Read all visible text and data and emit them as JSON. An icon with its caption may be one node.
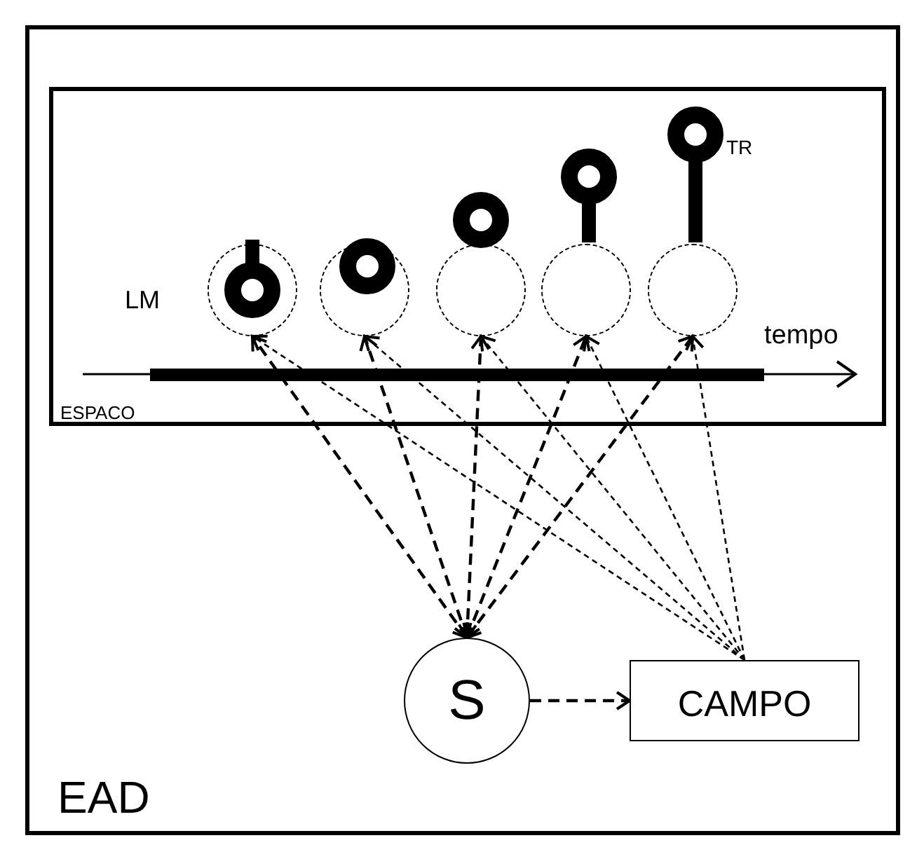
{
  "diagram": {
    "nodes": [
      {
        "text": [
          "EAD"
        ]
      },
      {
        "text": [],
        "shape": "box",
        "in": 0
      },
      {
        "text": [],
        "shape": "circle",
        "in": 1
      },
      {
        "text": [],
        "shape": "circle",
        "in": 1
      },
      {
        "text": [],
        "shape": "circle",
        "in": 1
      },
      {
        "text": [],
        "shape": "circle",
        "in": 1
      },
      {
        "text": [],
        "shape": "circle",
        "in": 1
      },
      {
        "text": [
          "S"
        ],
        "in": 0
      },
      {
        "text": [
          "CAMPO"
        ],
        "in": 0
      }
    ],
    "edges": [
      {
        "from": 7,
        "to": 2,
        "arrow": "both",
        "style": "dashed"
      },
      {
        "from": 7,
        "to": 3,
        "arrow": "both",
        "style": "dashed"
      },
      {
        "from": 7,
        "to": 4,
        "arrow": "both",
        "style": "dashed"
      },
      {
        "from": 7,
        "to": 5,
        "arrow": "both",
        "style": "dashed"
      },
      {
        "from": 7,
        "to": 6,
        "arrow": "both",
        "style": "dashed"
      },
      {
        "from": 8,
        "to": 2,
        "arrow": "to",
        "style": "dashed"
      },
      {
        "from": 8,
        "to": 3,
        "arrow": "to",
        "style": "dashed"
      },
      {
        "from": 8,
        "to": 4,
        "arrow": "to",
        "style": "dashed"
      },
      {
        "from": 8,
        "to": 5,
        "arrow": "to",
        "style": "dashed"
      },
      {
        "from": 8,
        "to": 6,
        "arrow": "to",
        "style": "dashed"
      },
      {
        "from": 7,
        "to": 8,
        "arrow": "to",
        "style": "dashed"
      }
    ],
    "labels": [
      "LM",
      "TR",
      "tempo",
      "ESPACO"
    ]
  }
}
